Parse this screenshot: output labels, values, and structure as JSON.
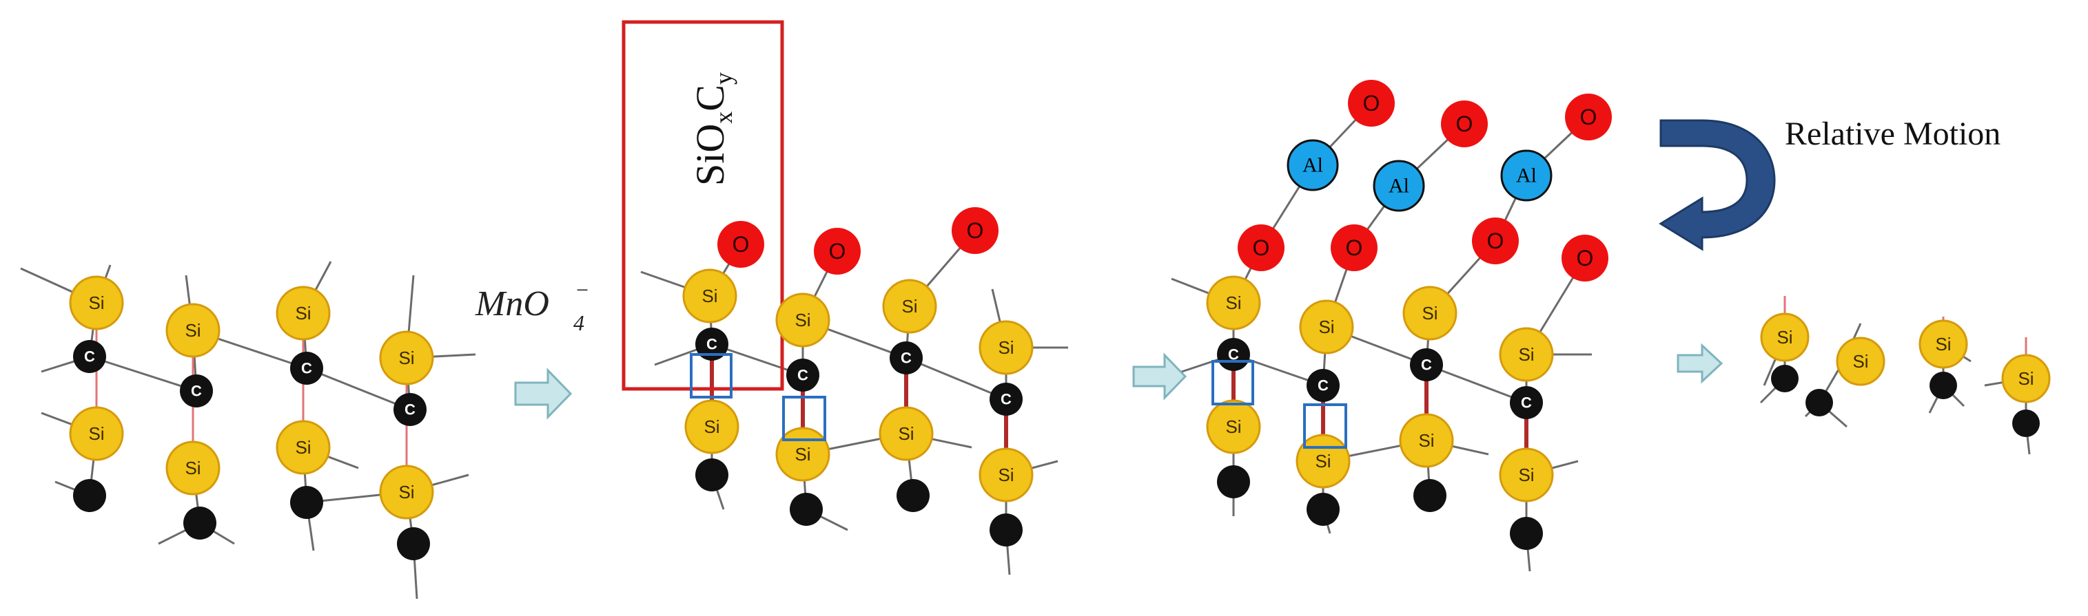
{
  "labels": {
    "reagent": "MnO",
    "reagent_sub": "4",
    "reagent_sup": "−",
    "layer_formula": "SiO",
    "layer_formula_sub_x": "x",
    "layer_formula_c": "C",
    "layer_formula_sub_y": "y",
    "motion": "Relative Motion"
  },
  "atoms": {
    "si": "Si",
    "c": "C",
    "o": "O",
    "al": "Al"
  },
  "colors": {
    "si": "#f2c318",
    "c": "#111111",
    "o": "#ee1111",
    "al": "#1aa3e8",
    "highlight_box": "#d42020",
    "defect_box": "#2a6fc0",
    "motion_arrow": "#2a4f86",
    "process_arrow": "#c9e6ea"
  }
}
